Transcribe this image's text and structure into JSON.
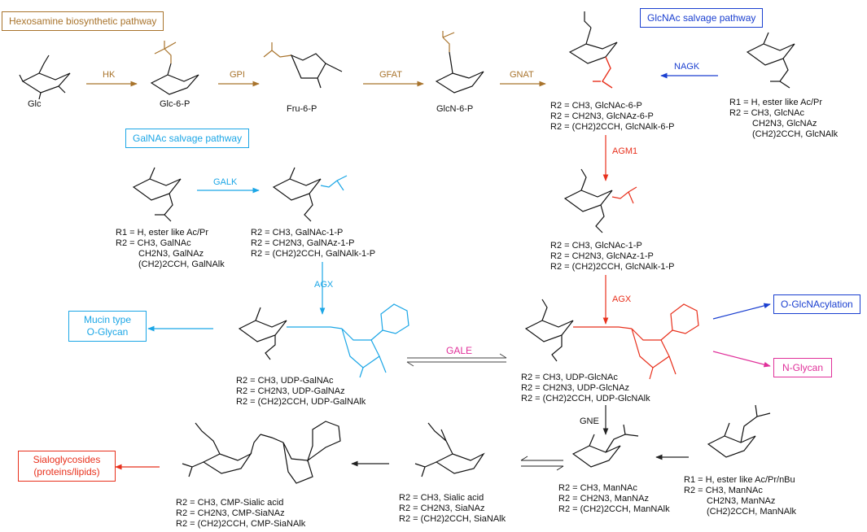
{
  "colors": {
    "brown": "#a8732b",
    "blue": "#1a3fd0",
    "cyan": "#1ba6e6",
    "red": "#e8301c",
    "magenta": "#e0309a",
    "black": "#111111"
  },
  "pathways": {
    "hexosamine": "Hexosamine biosynthetic pathway",
    "glcnac_salvage": "GlcNAc salvage pathway",
    "galnac_salvage": "GalNAc salvage pathway"
  },
  "enzymes": {
    "hk": "HK",
    "gpi": "GPI",
    "gfat": "GFAT",
    "gnat": "GNAT",
    "nagk": "NAGK",
    "agm1": "AGM1",
    "galk": "GALK",
    "agx_left": "AGX",
    "agx_right": "AGX",
    "gale": "GALE",
    "gne": "GNE"
  },
  "metabolites": {
    "glc": "Glc",
    "glc6p": "Glc-6-P",
    "fru6p": "Fru-6-P",
    "glcn6p": "GlcN-6-P"
  },
  "outputs": {
    "mucin_line1": "Mucin type",
    "mucin_line2": "O-Glycan",
    "oglcnacylation": "O-GlcNAcylation",
    "nglycan": "N-Glycan",
    "sialo_line1": "Sialoglycosides",
    "sialo_line2": "(proteins/lipids)"
  },
  "compound_lists": {
    "glcnac_6p": [
      "R2 = CH3, GlcNAc-6-P",
      "R2 = CH2N3, GlcNAz-6-P",
      "R2 = (CH2)2CCH, GlcNAlk-6-P"
    ],
    "glcnac_feed": [
      "R1 = H, ester like Ac/Pr",
      "R2 = CH3, GlcNAc",
      "CH2N3, GlcNAz",
      "(CH2)2CCH, GlcNAlk"
    ],
    "galnac_feed": [
      "R1 = H, ester like Ac/Pr",
      "R2 = CH3, GalNAc",
      "CH2N3, GalNAz",
      "(CH2)2CCH, GalNAlk"
    ],
    "galnac_1p": [
      "R2 = CH3, GalNAc-1-P",
      "R2 = CH2N3, GalNAz-1-P",
      "R2 = (CH2)2CCH, GalNAlk-1-P"
    ],
    "glcnac_1p": [
      "R2 = CH3, GlcNAc-1-P",
      "R2 = CH2N3, GlcNAz-1-P",
      "R2 = (CH2)2CCH, GlcNAlk-1-P"
    ],
    "udp_galnac": [
      "R2 = CH3, UDP-GalNAc",
      "R2 = CH2N3, UDP-GalNAz",
      "R2 = (CH2)2CCH, UDP-GalNAlk"
    ],
    "udp_glcnac": [
      "R2 = CH3, UDP-GlcNAc",
      "R2 = CH2N3, UDP-GlcNAz",
      "R2 = (CH2)2CCH, UDP-GlcNAlk"
    ],
    "mannac": [
      "R2 = CH3, ManNAc",
      "R2 = CH2N3, ManNAz",
      "R2 = (CH2)2CCH, ManNAlk"
    ],
    "mannac_feed": [
      "R1 = H, ester like Ac/Pr/nBu",
      "R2 = CH3, ManNAc",
      "CH2N3, ManNAz",
      "(CH2)2CCH, ManNAlk"
    ],
    "sialic": [
      "R2 = CH3, Sialic acid",
      "R2 = CH2N3, SiaNAz",
      "R2 = (CH2)2CCH, SiaNAlk"
    ],
    "cmp_sialic": [
      "R2 = CH3, CMP-Sialic acid",
      "R2 = CH2N3, CMP-SiaNAz",
      "R2 = (CH2)2CCH, CMP-SiaNAlk"
    ]
  }
}
